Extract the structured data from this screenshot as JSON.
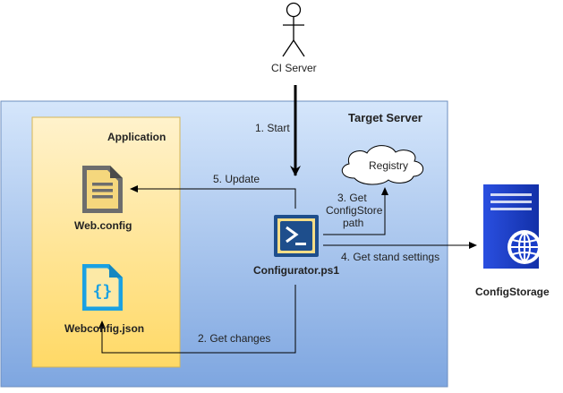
{
  "diagram": {
    "actor": {
      "label": "CI Server"
    },
    "target_server": {
      "title": "Target Server"
    },
    "application": {
      "title": "Application"
    },
    "nodes": {
      "web_config": {
        "label": "Web.config",
        "icon": "document-icon"
      },
      "webconfig_json": {
        "label": "Webconfig.json",
        "icon": "json-file-icon"
      },
      "configurator": {
        "label": "Configurator.ps1",
        "icon": "powershell-icon"
      },
      "registry": {
        "label": "Registry"
      },
      "config_storage": {
        "label": "ConfigStorage",
        "icon": "server-globe-icon"
      }
    },
    "edges": {
      "start": "1. Start",
      "get_changes": "2. Get changes",
      "get_configstore_line1": "3. Get",
      "get_configstore_line2": "ConfigStore",
      "get_configstore_line3": "path",
      "get_stand_settings": "4. Get stand settings",
      "update": "5. Update"
    },
    "colors": {
      "server_fill_top": "#d5e6fb",
      "server_fill_bottom": "#7ea6e0",
      "server_stroke": "#6c8ebf",
      "app_fill_top": "#fff2cc",
      "app_fill_bottom": "#ffd966",
      "app_stroke": "#d6b656",
      "doc_icon": "#6d6d6d",
      "json_icon": "#1ba1e2",
      "ps_icon": "#1e4e8c",
      "storage_icon": "#1a3ec8"
    }
  }
}
